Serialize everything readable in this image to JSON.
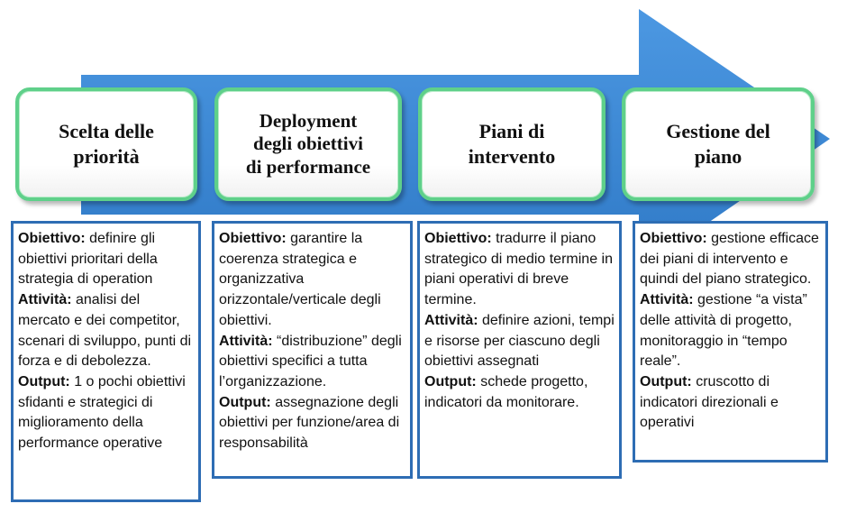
{
  "colors": {
    "arrow": "#3a88d6",
    "phase_border": "#5fd08a",
    "card_border": "#2e6db4"
  },
  "phases": [
    {
      "title": "Scelta delle\npriorità"
    },
    {
      "title": "Deployment\ndegli obiettivi\ndi performance"
    },
    {
      "title": "Piani di\nintervento"
    },
    {
      "title": "Gestione del\npiano"
    }
  ],
  "cards": [
    {
      "objective_label": "Obiettivo:",
      "objective_text": " definire gli obiettivi prioritari della strategia di operation",
      "activity_label": "Attività:",
      "activity_text": " analisi del mercato e dei competitor, scenari di sviluppo, punti di forza e di debolezza.",
      "output_label": "Output:",
      "output_text": " 1 o pochi obiettivi sfidanti e strategici di miglioramento della performance operative"
    },
    {
      "objective_label": "Obiettivo:",
      "objective_text": " garantire la coerenza strategica e organizzativa orizzontale/verticale degli obiettivi.",
      "activity_label": "Attività:",
      "activity_text": " “distribuzione” degli obiettivi specifici a tutta l’organizzazione.",
      "output_label": "Output:",
      "output_text": " assegnazione degli obiettivi per funzione/area di responsabilità"
    },
    {
      "objective_label": "Obiettivo:",
      "objective_text": " tradurre il piano strategico di medio termine in piani operativi di breve termine.",
      "activity_label": "Attività:",
      "activity_text": " definire azioni, tempi e risorse per ciascuno degli obiettivi assegnati",
      "output_label": "Output:",
      "output_text": " schede progetto, indicatori da monitorare."
    },
    {
      "objective_label": "Obiettivo:",
      "objective_text": " gestione efficace dei piani di intervento e quindi del piano strategico.",
      "activity_label": "Attività:",
      "activity_text": " gestione “a vista” delle attività di progetto, monitoraggio in “tempo reale”.",
      "output_label": "Output:",
      "output_text": " cruscotto di indicatori direzionali e operativi"
    }
  ]
}
